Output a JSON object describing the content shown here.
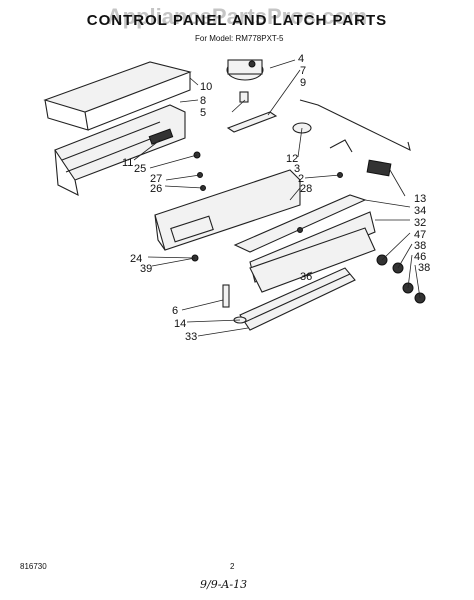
{
  "document": {
    "watermark": "AppliancePartsPros.com",
    "title": "CONTROL PANEL AND LATCH PARTS",
    "model_line": "For Model: RM778PXT-5",
    "footer_id": "816730",
    "page_number": "2",
    "handwritten_note": "9/9-A-13"
  },
  "callouts": [
    "10",
    "8",
    "5",
    "4",
    "7",
    "9",
    "11",
    "25",
    "27",
    "26",
    "12",
    "3",
    "2",
    "28",
    "13",
    "34",
    "32",
    "47",
    "38",
    "46",
    "38",
    "24",
    "39",
    "36",
    "6",
    "14",
    "33"
  ]
}
